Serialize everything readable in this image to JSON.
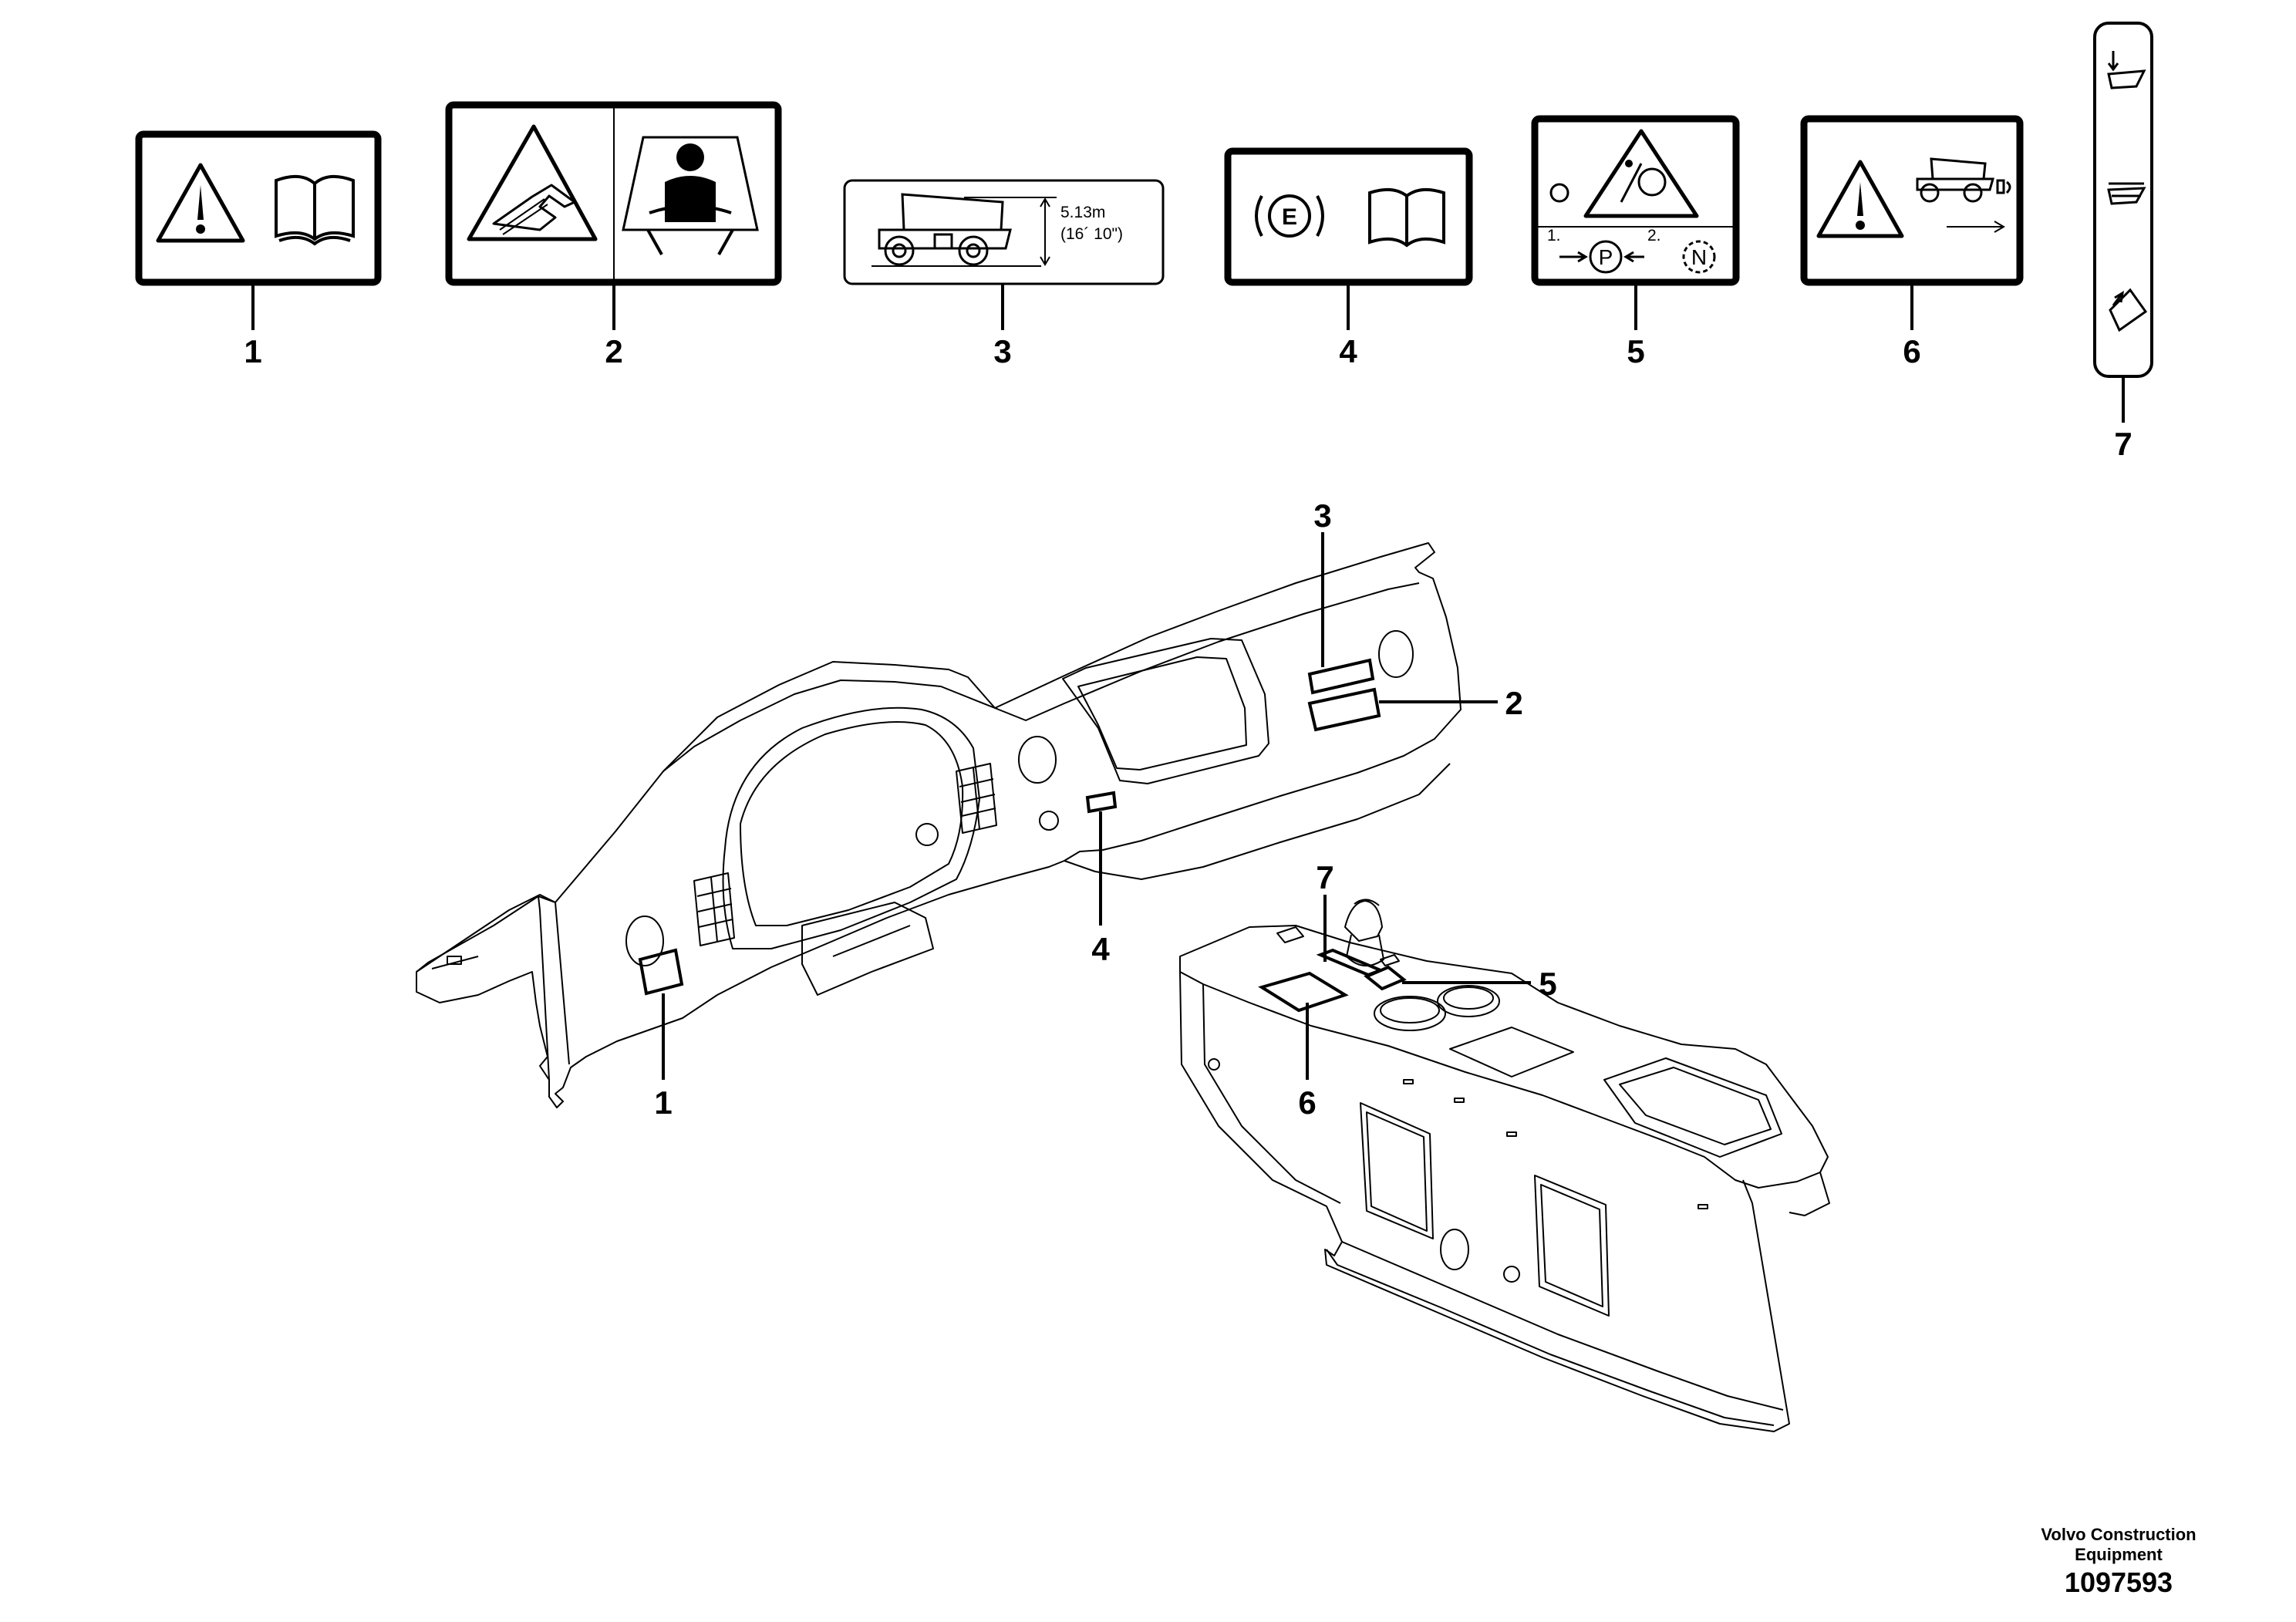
{
  "decals": [
    {
      "callout": "1",
      "icons": [
        "warning-triangle-icon",
        "manual-book-icon"
      ]
    },
    {
      "callout": "2",
      "icons": [
        "tipping-hazard-icon",
        "seated-operator-icon"
      ]
    },
    {
      "callout": "3",
      "icons": [
        "dump-truck-icon",
        "height-dimension-icon"
      ],
      "height_m": "5.13m",
      "height_ft": "(16´ 10\")"
    },
    {
      "callout": "4",
      "icons": [
        "emergency-brake-icon",
        "manual-book-icon"
      ]
    },
    {
      "callout": "5",
      "icons": [
        "indicator-lamp-icon",
        "crush-hazard-icon",
        "parking-brake-icon",
        "neutral-gear-icon"
      ],
      "step1": "1.",
      "step2": "2.",
      "parking": "P",
      "neutral": "N"
    },
    {
      "callout": "6",
      "icons": [
        "warning-triangle-icon",
        "dump-truck-icon",
        "arrow-right-icon"
      ]
    },
    {
      "callout": "7",
      "icons": [
        "body-lower-icon",
        "body-hold-icon",
        "body-raise-icon"
      ]
    }
  ],
  "installation": [
    {
      "callout": "3"
    },
    {
      "callout": "2"
    },
    {
      "callout": "4"
    },
    {
      "callout": "1"
    },
    {
      "callout": "7"
    },
    {
      "callout": "5"
    },
    {
      "callout": "6"
    }
  ],
  "footer": {
    "maker": "Volvo Construction\nEquipment",
    "number": "1097593"
  }
}
